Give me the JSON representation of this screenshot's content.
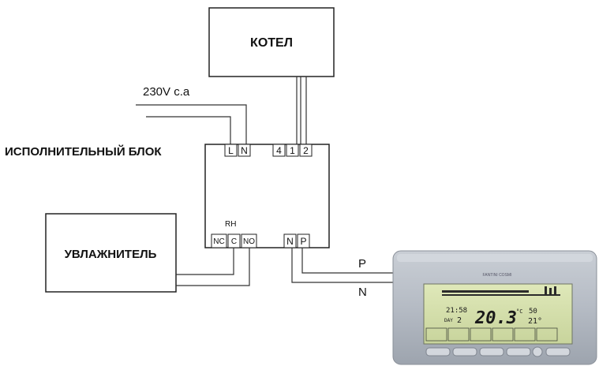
{
  "boiler": {
    "label": "КОТЕЛ"
  },
  "power": {
    "label": "230V c.a"
  },
  "actuator": {
    "label": "ИСПОЛНИТЕЛЬНЫЙ БЛОК"
  },
  "humidifier": {
    "label": "УВЛАЖНИТЕЛЬ"
  },
  "terminals": {
    "top_left": [
      "L",
      "N"
    ],
    "top_right": [
      "4",
      "1",
      "2"
    ],
    "rh_label": "RH",
    "relay": [
      "NC",
      "C",
      "NO"
    ],
    "bus": [
      "N",
      "P"
    ]
  },
  "wires": {
    "p_label": "P",
    "n_label": "N"
  },
  "thermostat": {
    "brand": "FANTINI COSMI",
    "clock": "21:58",
    "day": "2",
    "day_prefix": "DAY",
    "temperature": "20.3",
    "unit": "°C",
    "humidity": "50",
    "setpoint": "21°"
  }
}
